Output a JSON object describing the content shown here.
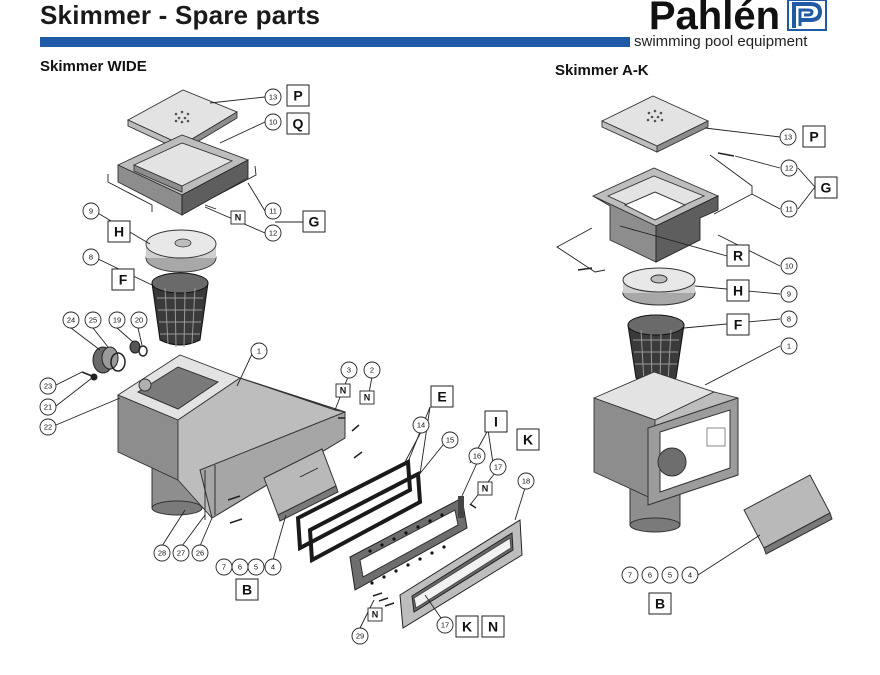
{
  "header": {
    "title": "Skimmer - Spare parts",
    "brand": "Pahlén",
    "tagline": "swimming pool equipment",
    "accent_color": "#1f5aa6",
    "logo_icon": "pahlen-p-logo-icon"
  },
  "sections": {
    "wide": "Skimmer WIDE",
    "ak": "Skimmer A-K"
  },
  "wide_callouts": {
    "n13": "13",
    "n10": "10",
    "n11": "11",
    "n12": "12",
    "n9": "9",
    "n8": "8",
    "n24": "24",
    "n25": "25",
    "n19": "19",
    "n20": "20",
    "n1": "1",
    "n23": "23",
    "n21": "21",
    "n22": "22",
    "n3": "3",
    "n2": "2",
    "n14": "14",
    "n15": "15",
    "n16": "16",
    "n17a": "17",
    "n18": "18",
    "n28": "28",
    "n27": "27",
    "n26": "26",
    "n7": "7",
    "n6": "6",
    "n5": "5",
    "n4": "4",
    "n17b": "17",
    "n29": "29"
  },
  "wide_letters": {
    "P": "P",
    "Q": "Q",
    "N1": "N",
    "G": "G",
    "H": "H",
    "F": "F",
    "N2": "N",
    "N3": "N",
    "E": "E",
    "I": "I",
    "K1": "K",
    "N4": "N",
    "B": "B",
    "N5": "N",
    "K2": "K",
    "N6": "N"
  },
  "ak_callouts": {
    "n13": "13",
    "n12": "12",
    "n11": "11",
    "n10": "10",
    "n9": "9",
    "n8": "8",
    "n1": "1",
    "n7": "7",
    "n6": "6",
    "n5": "5",
    "n4": "4"
  },
  "ak_letters": {
    "P": "P",
    "G": "G",
    "R": "R",
    "H": "H",
    "F": "F",
    "B": "B"
  }
}
